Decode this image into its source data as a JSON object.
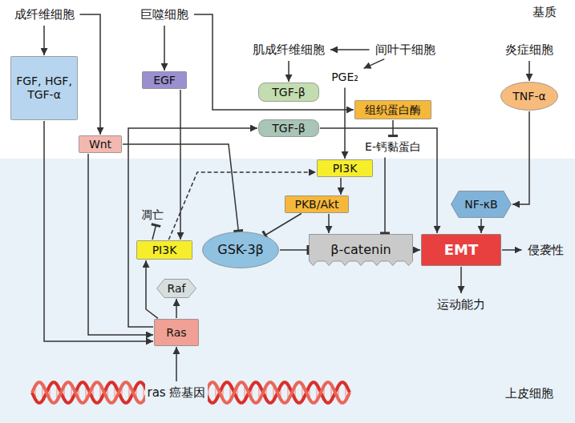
{
  "diagram": {
    "nodes": [
      {
        "text": [
          "成纤维细胞"
        ]
      },
      {
        "text": [
          "巨噬细胞"
        ]
      },
      {
        "text": [
          "肌成纤维细胞"
        ]
      },
      {
        "text": [
          "间叶干细胞"
        ]
      },
      {
        "text": [
          "炎症细胞"
        ]
      },
      {
        "text": [
          "FGF, HGF, TGF-α"
        ]
      },
      {
        "text": [
          "EGF"
        ]
      },
      {
        "text": [
          "TGF-β"
        ]
      },
      {
        "text": [
          "PGE₂"
        ]
      },
      {
        "text": [
          "组织蛋白酶"
        ]
      },
      {
        "text": [
          "TNF-α"
        ]
      },
      {
        "text": [
          "Wnt"
        ]
      },
      {
        "text": [
          "TGF-β"
        ]
      },
      {
        "text": [
          "E-钙黏蛋白"
        ]
      },
      {
        "text": [
          "PI3K"
        ]
      },
      {
        "text": [
          "NF-κB"
        ]
      },
      {
        "text": [
          "凋亡"
        ]
      },
      {
        "text": [
          "PKB/Akt"
        ]
      },
      {
        "text": [
          "PI3K"
        ]
      },
      {
        "text": [
          "GSK-3β"
        ]
      },
      {
        "text": [
          "β-catenin"
        ]
      },
      {
        "text": [
          "EMT"
        ]
      },
      {
        "text": [
          "侵袭性"
        ]
      },
      {
        "text": [
          "Raf"
        ]
      },
      {
        "text": [
          "运动能力"
        ]
      },
      {
        "text": [
          "Ras"
        ]
      },
      {
        "text": [
          "ras 癌基因"
        ]
      }
    ],
    "edges": [
      {
        "from": 0,
        "to": 5,
        "arrow": "to"
      },
      {
        "from": 0,
        "to": 11,
        "arrow": "to"
      },
      {
        "from": 1,
        "to": 6,
        "arrow": "to"
      },
      {
        "from": 1,
        "to": 9,
        "arrow": "to"
      },
      {
        "from": 3,
        "to": 2,
        "arrow": "to"
      },
      {
        "from": 2,
        "to": 7,
        "arrow": "to"
      },
      {
        "from": 3,
        "to": 8,
        "arrow": "to"
      },
      {
        "from": 4,
        "to": 10,
        "arrow": "to"
      },
      {
        "from": 10,
        "to": 15,
        "arrow": "to"
      },
      {
        "from": 8,
        "to": 14,
        "arrow": "to"
      },
      {
        "from": 9,
        "to": 13,
        "arrow": "to"
      },
      {
        "from": 13,
        "to": 20,
        "arrow": "to"
      },
      {
        "from": 12,
        "to": 21,
        "arrow": "to"
      },
      {
        "from": 15,
        "to": 21,
        "arrow": "to"
      },
      {
        "from": 14,
        "to": 17,
        "arrow": "to"
      },
      {
        "from": 17,
        "to": 20,
        "arrow": "to"
      },
      {
        "from": 17,
        "to": 19,
        "arrow": "to"
      },
      {
        "from": 19,
        "to": 20,
        "arrow": "to"
      },
      {
        "from": 20,
        "to": 21,
        "arrow": "to"
      },
      {
        "from": 21,
        "to": 22,
        "arrow": "to"
      },
      {
        "from": 21,
        "to": 24,
        "arrow": "to"
      },
      {
        "from": 11,
        "to": 19,
        "arrow": "to"
      },
      {
        "from": 5,
        "to": 25,
        "arrow": "to"
      },
      {
        "from": 6,
        "to": 18,
        "arrow": "to"
      },
      {
        "from": 11,
        "to": 25,
        "arrow": "to"
      },
      {
        "from": 25,
        "to": 23,
        "arrow": "to"
      },
      {
        "from": 25,
        "to": 18,
        "arrow": "to"
      },
      {
        "from": 18,
        "to": 16,
        "arrow": "to"
      },
      {
        "from": 18,
        "to": 14,
        "arrow": "to"
      },
      {
        "from": 25,
        "to": 12,
        "arrow": "to"
      },
      {
        "from": 26,
        "to": 25,
        "arrow": "to"
      }
    ],
    "labels": [
      "基质",
      "上皮细胞"
    ]
  }
}
